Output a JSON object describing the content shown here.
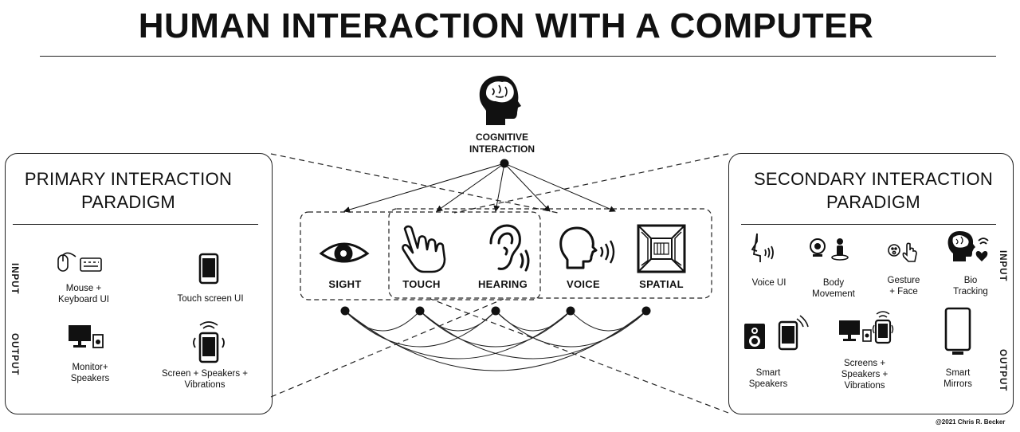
{
  "title": "HUMAN INTERACTION WITH A COMPUTER",
  "cognitive": {
    "line1": "COGNITIVE",
    "line2": "INTERACTION"
  },
  "modalities": [
    "SIGHT",
    "TOUCH",
    "HEARING",
    "VOICE",
    "SPATIAL"
  ],
  "primary": {
    "title_line1": "PRIMARY INTERACTION",
    "title_line2": "PARADIGM",
    "input_label": "INPUT",
    "output_label": "OUTPUT",
    "inputs": [
      {
        "line1": "Mouse +",
        "line2": "Keyboard UI",
        "icon": "mouse-keyboard-icon"
      },
      {
        "line1": "Touch screen UI",
        "line2": "",
        "icon": "smartphone-icon"
      }
    ],
    "outputs": [
      {
        "line1": "Monitor+",
        "line2": "Speakers",
        "icon": "monitor-speaker-icon"
      },
      {
        "line1": "Screen + Speakers +",
        "line2": "Vibrations",
        "icon": "vibrating-phone-icon"
      }
    ]
  },
  "secondary": {
    "title_line1": "SECONDARY INTERACTION",
    "title_line2": "PARADIGM",
    "input_label": "INPUT",
    "output_label": "OUTPUT",
    "inputs": [
      {
        "line1": "Voice UI",
        "line2": "",
        "icon": "speaking-head-icon"
      },
      {
        "line1": "Body",
        "line2": "Movement",
        "icon": "webcam-person-icon"
      },
      {
        "line1": "Gesture",
        "line2": "+ Face",
        "icon": "face-hand-icon"
      },
      {
        "line1": "Bio",
        "line2": "Tracking",
        "icon": "brain-heart-icon"
      }
    ],
    "outputs": [
      {
        "line1": "Smart",
        "line2": "Speakers",
        "icon": "smart-speaker-phone-icon"
      },
      {
        "line1": "Screens +",
        "line2": "Speakers +",
        "line3": "Vibrations",
        "icon": "monitor-phone-icon"
      },
      {
        "line1": "Smart",
        "line2": "Mirrors",
        "icon": "smart-mirror-icon"
      }
    ]
  },
  "credit": "@2021 Chris R. Becker"
}
